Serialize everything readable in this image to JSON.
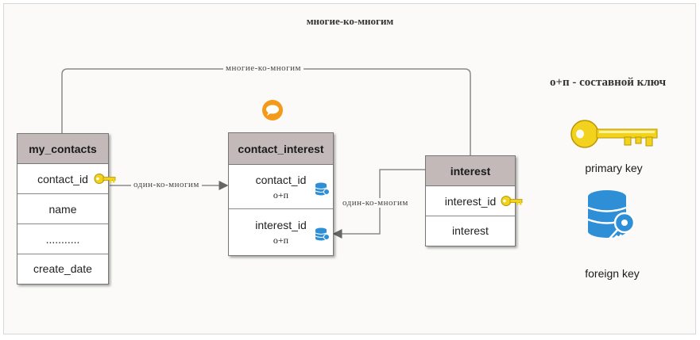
{
  "diagram": {
    "title": "многие-ко-многим",
    "edges": {
      "top_label": "многие-ко-многим",
      "left_label": "один-ко-многим",
      "right_label": "один-ко-многим"
    },
    "entities": {
      "my_contacts": {
        "name": "my_contacts",
        "fields": [
          "contact_id",
          "name",
          "...........",
          "create_date"
        ]
      },
      "contact_interest": {
        "name": "contact_interest",
        "fields": [
          {
            "name": "contact_id",
            "note": "о+п"
          },
          {
            "name": "interest_id",
            "note": "о+п"
          }
        ]
      },
      "interest": {
        "name": "interest",
        "fields": [
          "interest_id",
          "interest"
        ]
      }
    },
    "legend": {
      "title": "о+п - составной ключ",
      "primary_key": "primary key",
      "foreign_key": "foreign key"
    },
    "colors": {
      "header": "#c3b9b9",
      "key": "#f2d21c",
      "db": "#2f8fd6",
      "comment": "#f39a1b"
    }
  }
}
